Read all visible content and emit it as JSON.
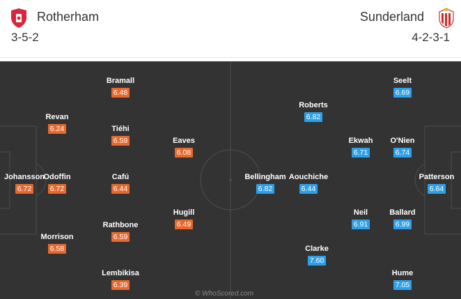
{
  "header": {
    "home": {
      "name": "Rotherham",
      "formation": "3-5-2",
      "badge_icon": "rotherham-crest-icon",
      "color": "#e8692d"
    },
    "away": {
      "name": "Sunderland",
      "formation": "4-2-3-1",
      "badge_icon": "sunderland-crest-icon",
      "color": "#2ea0e8"
    }
  },
  "home_players": [
    {
      "name": "Johansson",
      "rating": "6.72"
    },
    {
      "name": "Revan",
      "rating": "6.24"
    },
    {
      "name": "Odoffin",
      "rating": "6.72"
    },
    {
      "name": "Morrison",
      "rating": "6.58"
    },
    {
      "name": "Bramall",
      "rating": "6.48"
    },
    {
      "name": "Tiéhi",
      "rating": "6.59"
    },
    {
      "name": "Cafú",
      "rating": "6.44"
    },
    {
      "name": "Rathbone",
      "rating": "6.59"
    },
    {
      "name": "Lembikisa",
      "rating": "6.39"
    },
    {
      "name": "Eaves",
      "rating": "6.08"
    },
    {
      "name": "Hugill",
      "rating": "6.49"
    }
  ],
  "away_players": [
    {
      "name": "Bellingham",
      "rating": "6.82"
    },
    {
      "name": "Roberts",
      "rating": "6.82"
    },
    {
      "name": "Aouchiche",
      "rating": "6.44"
    },
    {
      "name": "Clarke",
      "rating": "7.60"
    },
    {
      "name": "Ekwah",
      "rating": "6.71"
    },
    {
      "name": "Neil",
      "rating": "6.91"
    },
    {
      "name": "Seelt",
      "rating": "6.69"
    },
    {
      "name": "O'Nien",
      "rating": "6.74"
    },
    {
      "name": "Ballard",
      "rating": "6.99"
    },
    {
      "name": "Hume",
      "rating": "7.05"
    },
    {
      "name": "Patterson",
      "rating": "6.64"
    }
  ],
  "watermark": "© WhoScored.com"
}
